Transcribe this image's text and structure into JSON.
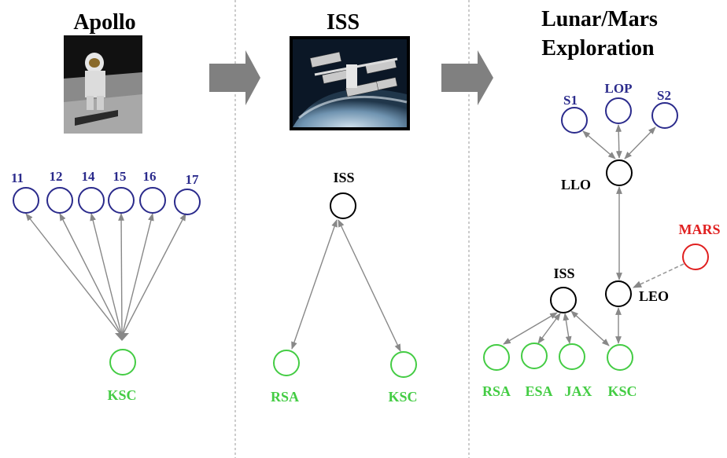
{
  "panels": {
    "apollo": {
      "title": "Apollo",
      "missions": [
        "11",
        "12",
        "14",
        "15",
        "16",
        "17"
      ],
      "hub": "KSC"
    },
    "iss": {
      "title": "ISS",
      "station": "ISS",
      "sites": [
        "RSA",
        "KSC"
      ]
    },
    "exploration": {
      "title_line1": "Lunar/Mars",
      "title_line2": "Exploration",
      "surface": [
        "S1",
        "LOP",
        "S2"
      ],
      "llo": "LLO",
      "iss": "ISS",
      "leo": "LEO",
      "mars": "MARS",
      "sites": [
        "RSA",
        "ESA",
        "JAX",
        "KSC"
      ]
    }
  },
  "colors": {
    "blue": "#2b2b8c",
    "green": "#44cc44",
    "red": "#e02020",
    "arrow_gray": "#808080"
  }
}
